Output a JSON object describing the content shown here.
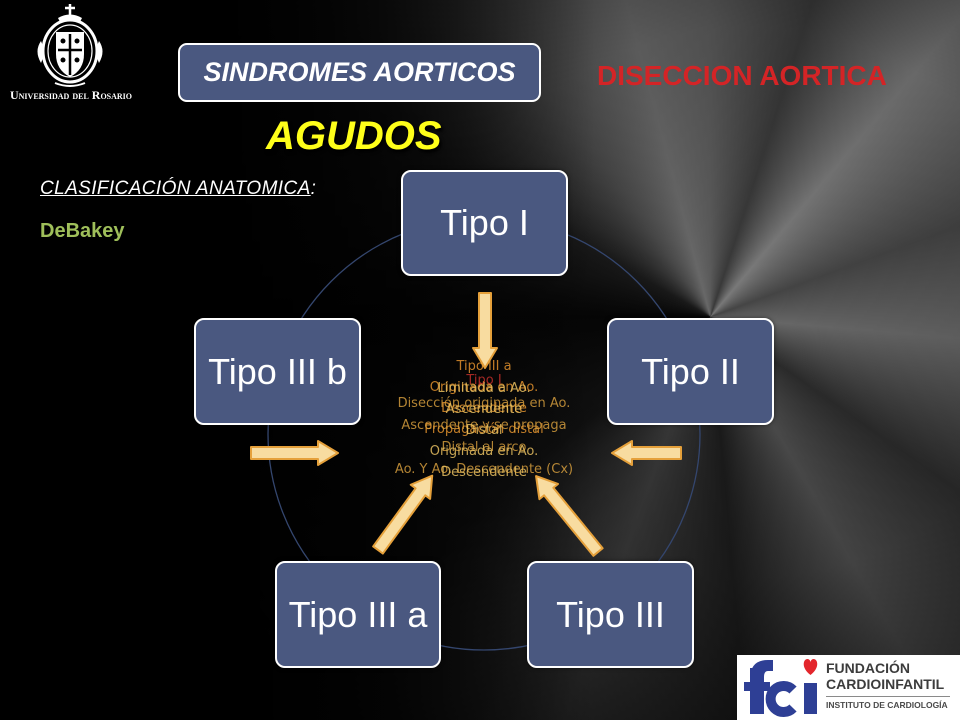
{
  "header": {
    "university_name": "Universidad del Rosario",
    "topic": "SINDROMES AORTICOS",
    "subtitle": "DISECCION AORTICA",
    "acute": "AGUDOS"
  },
  "classification": {
    "label": "CLASIFICACIÓN ANATOMICA",
    "colon": ":",
    "scheme": "DeBakey"
  },
  "diagram": {
    "nodes": [
      "Tipo I",
      "Tipo II",
      "Tipo III",
      "Tipo III a",
      "Tipo III b"
    ],
    "center_layers": [
      {
        "color": "#e8952e",
        "lines": [
          "Tipo III a",
          "Originada en Ao.",
          "Descendente",
          "Propagación distal"
        ]
      },
      {
        "color": "#c9302c",
        "lines": [
          "Tipo I"
        ]
      },
      {
        "color": "#d9a03e",
        "lines": [
          "Disección originada en Ao.",
          "Ascendente y se propaga",
          "Distal al arco",
          "Ao. Y Ao. Descendente (Cx)"
        ]
      },
      {
        "color": "#eec564",
        "lines": [
          "Limitada a Ao.",
          "Ascendente",
          "Distal",
          "Originada en Ao.",
          "Descendente"
        ]
      }
    ]
  },
  "footer_logo": {
    "mark": "fci",
    "line1": "FUNDACIÓN",
    "line2": "CARDIOINFANTIL",
    "line3": "INSTITUTO DE CARDIOLOGÍA"
  },
  "colors": {
    "node_fill": "#4a5880",
    "subtitle_red": "#d42426",
    "acute_yellow": "#ffff1a",
    "scheme_green": "#9fbf5a",
    "arrow_fill": "#f8dca0",
    "arrow_stroke": "#e5a03a",
    "logo_blue": "#2e3f95",
    "logo_red": "#e3262c"
  }
}
